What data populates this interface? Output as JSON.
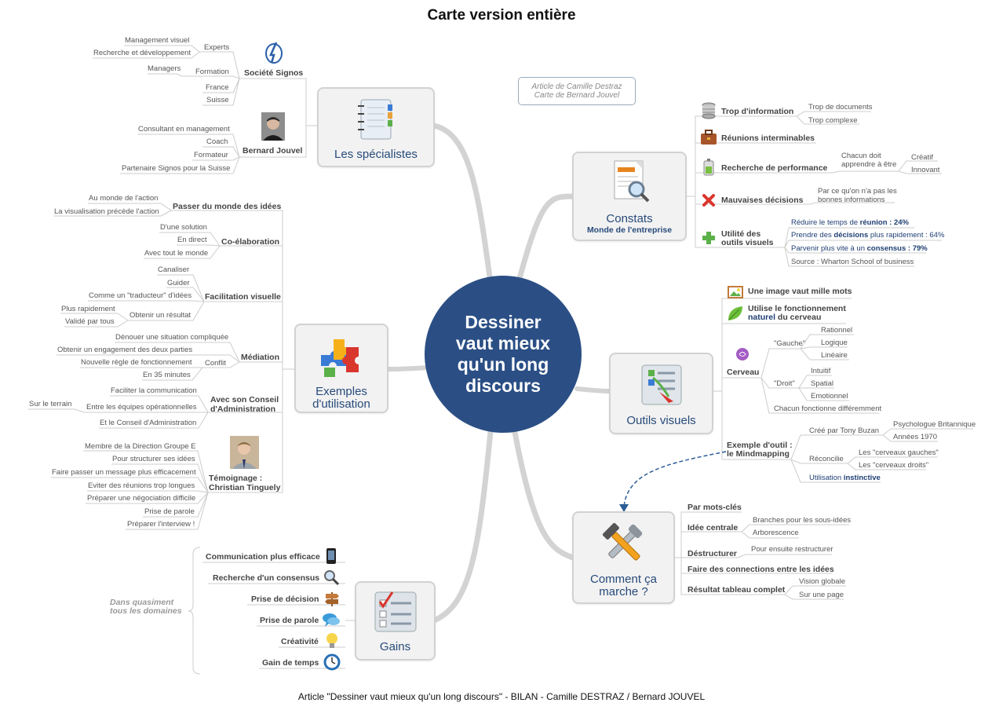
{
  "title": "Carte version entière",
  "footer": "Article \"Dessiner vaut mieux qu'un long discours\" - BILAN - Camille DESTRAZ / Bernard JOUVEL",
  "center": "Dessiner vaut mieux qu'un long discours",
  "article_note": {
    "line1": "Article de Camille Destraz",
    "line2": "Carte de Bernard Jouvel"
  },
  "colors": {
    "center": "#2b4f85",
    "branch": "#d0d0d0",
    "hub_text": "#274a7a",
    "dashed_arrow": "#2b5c96"
  },
  "specialistes": {
    "label": "Les spécialistes",
    "signos": {
      "label": "Société Signos",
      "experts": "Experts",
      "management": "Management visuel",
      "recherche": "Recherche et développement",
      "formation": "Formation",
      "managers": "Managers",
      "france": "France",
      "suisse": "Suisse"
    },
    "jouvel": {
      "label": "Bernard Jouvel",
      "items": [
        "Consultant en management",
        "Coach",
        "Formateur",
        "Partenaire Signos pour la Suisse"
      ]
    }
  },
  "exemples": {
    "label1": "Exemples",
    "label2": "d'utilisation",
    "passer": {
      "label": "Passer du monde des idées",
      "items": [
        "Au monde de l'action",
        "La visualisation précède l'action"
      ]
    },
    "coelab": {
      "label": "Co-élaboration",
      "items": [
        "D'une solution",
        "En direct",
        "Avec tout le monde"
      ]
    },
    "facil": {
      "label": "Facilitation visuelle",
      "items": [
        "Canaliser",
        "Guider",
        "Comme un \"traducteur\" d'idées"
      ],
      "obtenir": "Obtenir un résultat",
      "sub": [
        "Plus rapidement",
        "Validé par tous"
      ]
    },
    "mediation": {
      "label": "Médiation",
      "items": [
        "Dénouer une situation compliquée",
        "Obtenir un engagement des deux parties"
      ],
      "conflit": "Conflit",
      "conflit_items": [
        "Nouvelle règle de fonctionnement",
        "En 35 minutes"
      ]
    },
    "conseil": {
      "label1": "Avec son Conseil",
      "label2": "d'Administration",
      "items": [
        "Faciliter la communication",
        "Entre les équipes opérationnelles",
        "Et le Conseil d'Administration"
      ],
      "terrain": "Sur le terrain"
    },
    "temoignage": {
      "label1": "Témoignage :",
      "label2": "Christian Tinguely",
      "items": [
        "Membre de la Direction Groupe E",
        "Pour structurer ses idées",
        "Faire passer un message plus efficacement",
        "Eviter des réunions trop longues",
        "Préparer une négociation difficile",
        "Prise de parole",
        "Préparer l'interview !"
      ]
    }
  },
  "gains": {
    "label": "Gains",
    "note1": "Dans quasiment",
    "note2": "tous les domaines",
    "items": [
      "Communication plus efficace",
      "Recherche d'un consensus",
      "Prise de décision",
      "Prise de parole",
      "Créativité",
      "Gain de temps"
    ]
  },
  "constats": {
    "label": "Constats",
    "sub": "Monde de l'entreprise",
    "trop": {
      "label": "Trop d'information",
      "items": [
        "Trop de documents",
        "Trop complexe"
      ]
    },
    "reunions": "Réunions interminables",
    "perf": {
      "label": "Recherche de performance",
      "sub1": "Chacun doit",
      "sub2": "apprendre à être",
      "items": [
        "Créatif",
        "Innovant"
      ]
    },
    "mauvaises": {
      "label": "Mauvaises décisions",
      "sub1": "Par ce qu'on n'a pas les",
      "sub2": "bonnes informations"
    },
    "utilite": {
      "label1": "Utilité des",
      "label2": "outils visuels",
      "r1a": "Réduire le temps de ",
      "r1b": "réunion",
      "r1c": " : 24%",
      "r2a": "Prendre des ",
      "r2b": "décisions",
      "r2c": " plus rapidement : 64%",
      "r3a": "Parvenir plus vite à un ",
      "r3b": "consensus",
      "r3c": " : 79%",
      "source": "Source : Wharton School of business"
    }
  },
  "outils": {
    "label": "Outils visuels",
    "image": "Une image vaut mille mots",
    "utilise1": "Utilise le fonctionnement",
    "utilise2a": "naturel",
    "utilise2b": " du cerveau",
    "cerveau": "Cerveau",
    "gauche": "\"Gauche\"",
    "gauche_items": [
      "Rationnel",
      "Logique",
      "Linéaire"
    ],
    "droit": "\"Droit\"",
    "droit_items": [
      "Intuitif",
      "Spatial",
      "Emotionnel"
    ],
    "chacun": "Chacun fonctionne différemment",
    "exemple1": "Exemple d'outil :",
    "exemple2": "le Mindmapping",
    "cree": "Créé par Tony Buzan",
    "psy": "Psychologue Britannique",
    "annees": "Années 1970",
    "reconcilie": "Réconcilie",
    "rec_items": [
      "Les \"cerveaux gauches\"",
      "Les \"cerveaux droits\""
    ],
    "util_a": "Utilisation ",
    "util_b": "instinctive"
  },
  "comment": {
    "label1": "Comment ça",
    "label2": "marche ?",
    "mots": "Par mots-clés",
    "idee": "Idée centrale",
    "idee_items": [
      "Branches pour les sous-idées",
      "Arborescence"
    ],
    "destruct": "Déstructurer",
    "destruct_item": "Pour ensuite restructurer",
    "connections": "Faire des connections entre les idées",
    "resultat": "Résultat tableau complet",
    "resultat_items": [
      "Vision globale",
      "Sur une page"
    ]
  }
}
